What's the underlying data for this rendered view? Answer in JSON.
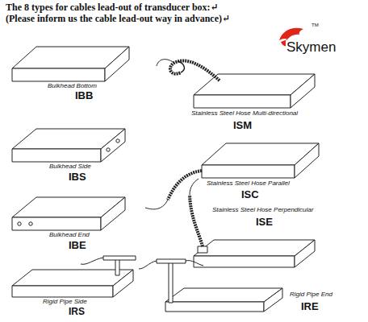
{
  "diagram": {
    "title": "The 8 types for cables lead-out of transducer box:↵",
    "labels": [
      "(Please inform us the cable lead-out way in advance)↵",
      "Skymen",
      "TM",
      "Bulkhead Bottom",
      "IBB",
      "Stainless Steel Hose Multi-directional",
      "ISM",
      "Bulkhead Side",
      "IBS",
      "Stainless Steel Hose Parallel",
      "ISC",
      "Bulkhead End",
      "IBE",
      "Stainless Steel Hose Perpendicular",
      "ISE",
      "Rigid Pipe Side",
      "IRS",
      "Rigid Pipe End",
      "IRE"
    ]
  }
}
